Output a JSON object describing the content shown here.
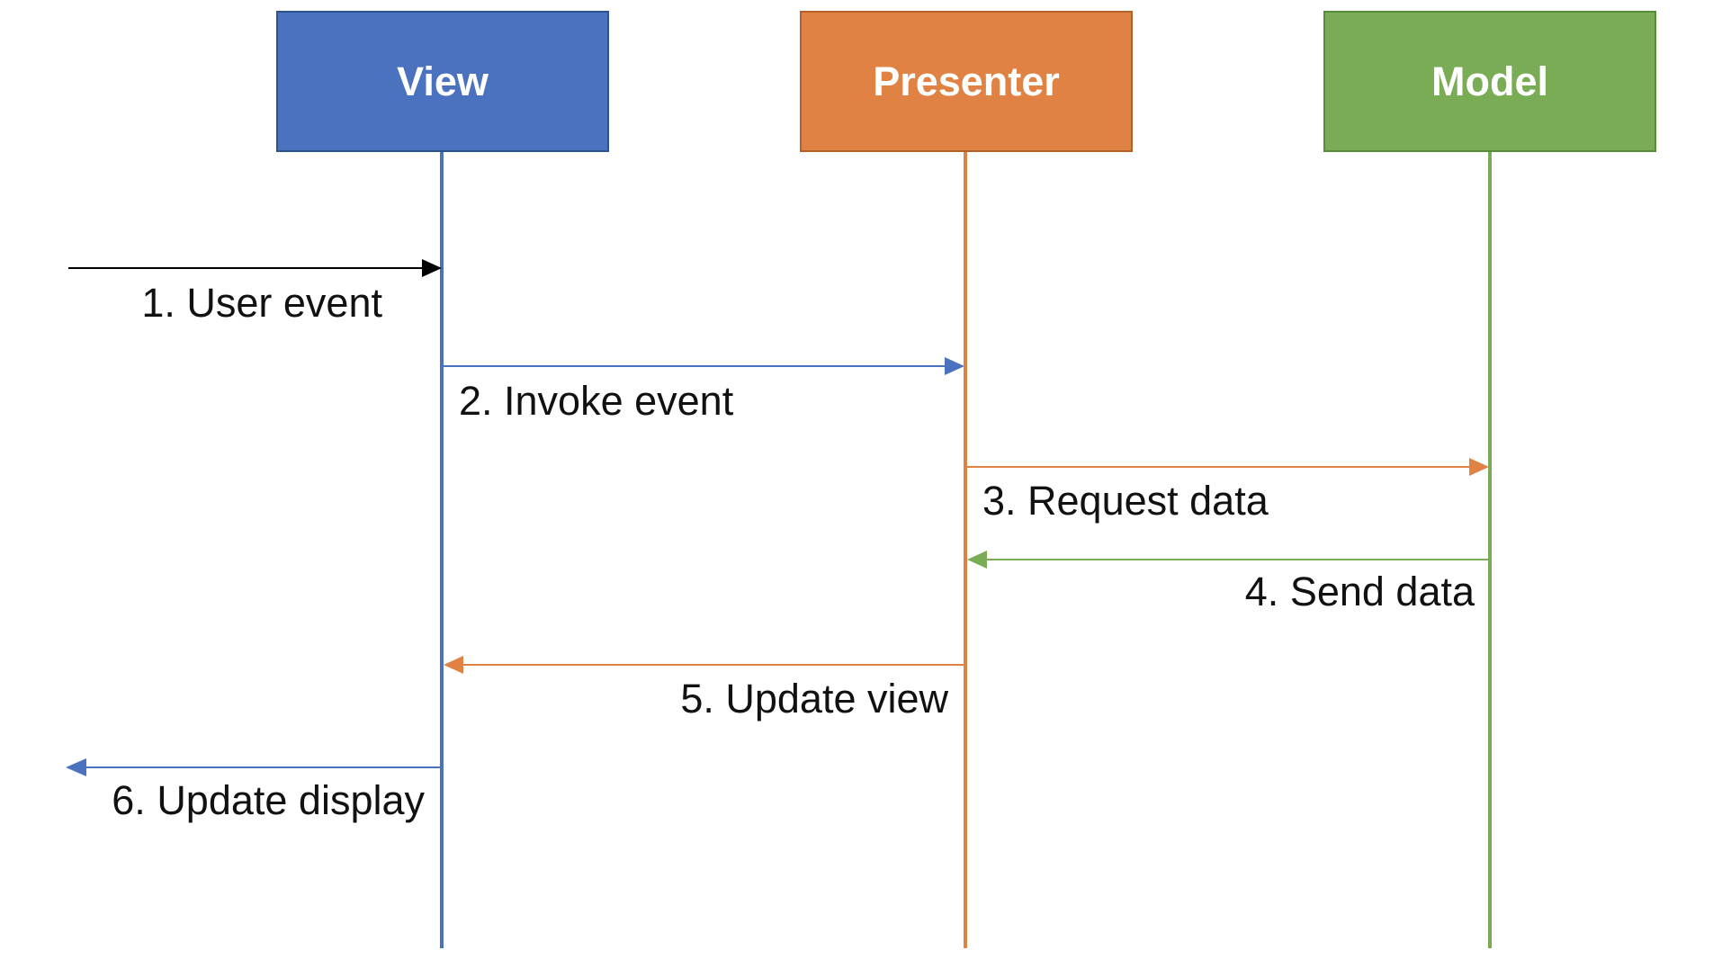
{
  "participants": {
    "view": {
      "label": "View",
      "color": "#4a72bf"
    },
    "presenter": {
      "label": "Presenter",
      "color": "#e08243"
    },
    "model": {
      "label": "Model",
      "color": "#7aab55"
    }
  },
  "messages": {
    "m1": {
      "label": "1. User event",
      "from": "external",
      "to": "View",
      "color": "#000000"
    },
    "m2": {
      "label": "2. Invoke event",
      "from": "View",
      "to": "Presenter",
      "color": "#4a72bf"
    },
    "m3": {
      "label": "3. Request data",
      "from": "Presenter",
      "to": "Model",
      "color": "#e08243"
    },
    "m4": {
      "label": "4. Send data",
      "from": "Model",
      "to": "Presenter",
      "color": "#7aab55"
    },
    "m5": {
      "label": "5. Update view",
      "from": "Presenter",
      "to": "View",
      "color": "#e08243"
    },
    "m6": {
      "label": "6. Update display",
      "from": "View",
      "to": "external",
      "color": "#4a72bf"
    }
  }
}
